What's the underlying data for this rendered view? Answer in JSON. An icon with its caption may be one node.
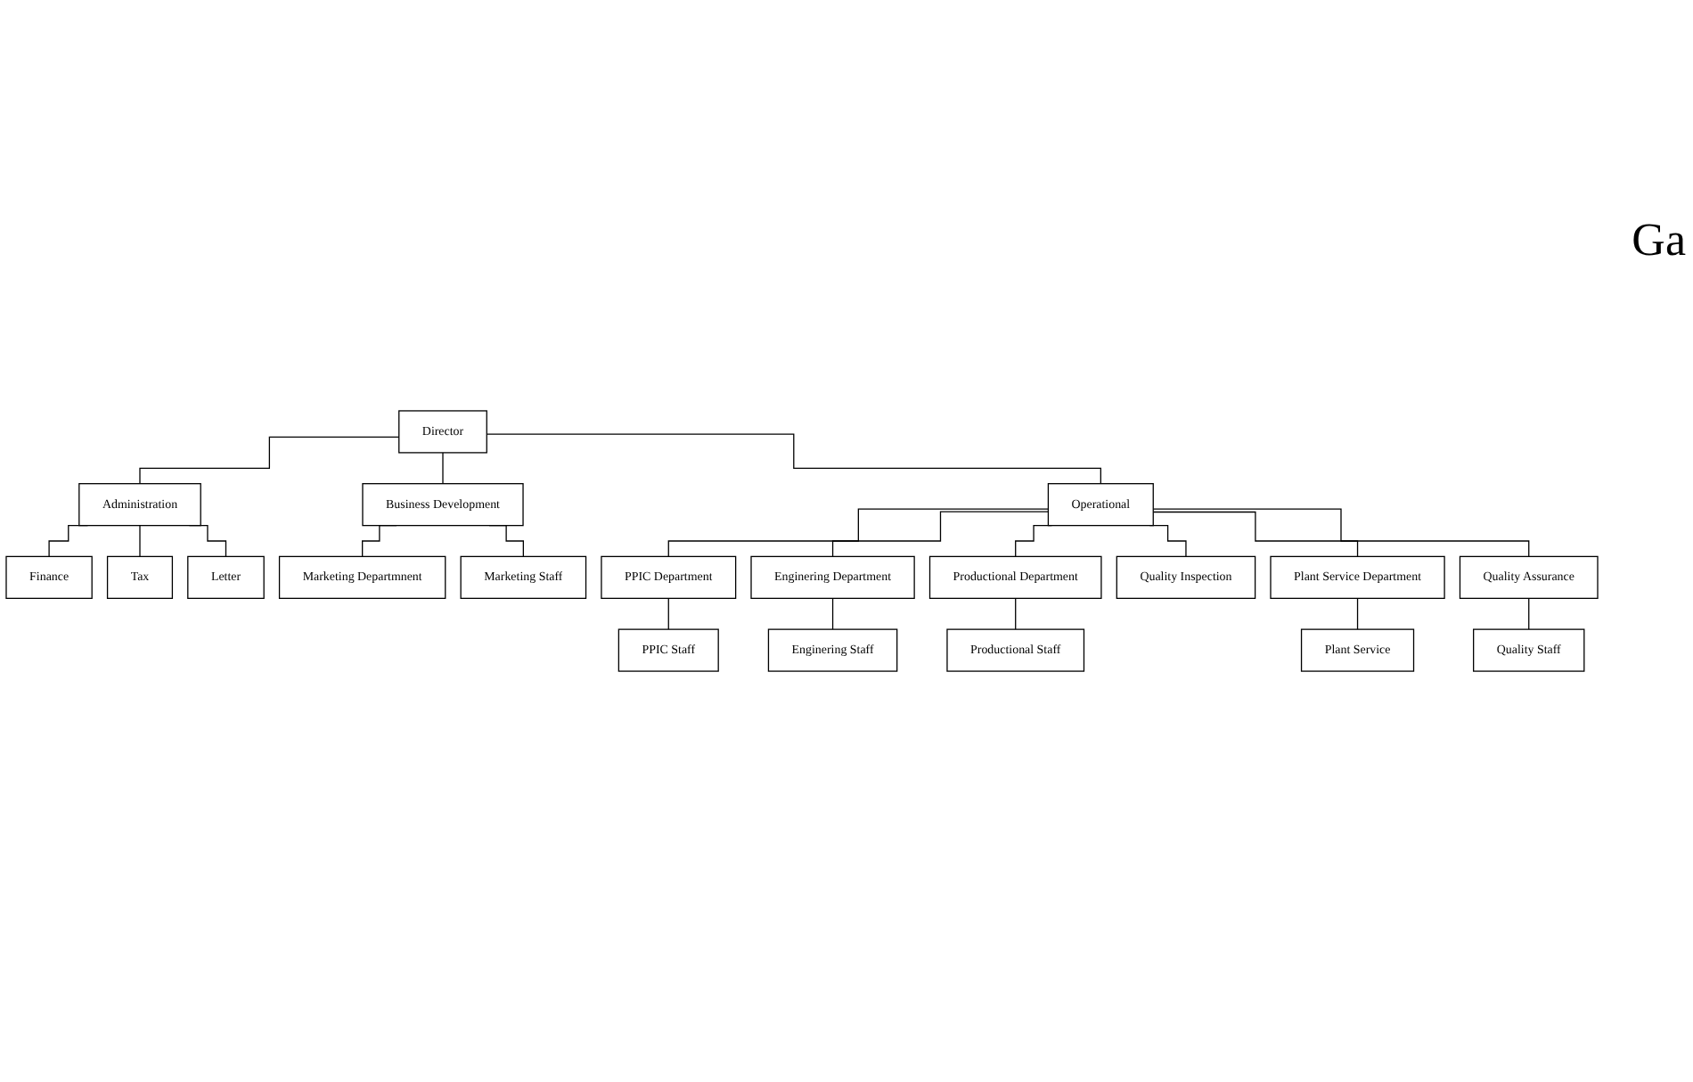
{
  "diagram": {
    "nodes": [
      {
        "text": [
          "Director"
        ]
      },
      {
        "text": [
          "Administration"
        ]
      },
      {
        "text": [
          "Business Development"
        ]
      },
      {
        "text": [
          "Operational"
        ]
      },
      {
        "text": [
          "Finance"
        ]
      },
      {
        "text": [
          "Tax"
        ]
      },
      {
        "text": [
          "Letter"
        ]
      },
      {
        "text": [
          "Marketing Departmnent"
        ]
      },
      {
        "text": [
          "Marketing Staff"
        ]
      },
      {
        "text": [
          "PPIC Department"
        ]
      },
      {
        "text": [
          "Enginering Department"
        ]
      },
      {
        "text": [
          "PPIC Staff"
        ]
      },
      {
        "text": [
          "Enginering Staff"
        ]
      },
      {
        "text": [
          "Productional Department"
        ]
      },
      {
        "text": [
          "Quality Inspection"
        ]
      },
      {
        "text": [
          "Productional Staff"
        ]
      },
      {
        "text": [
          "Plant Service Department"
        ]
      },
      {
        "text": [
          "Quality Assurance"
        ]
      },
      {
        "text": [
          "Plant Service"
        ]
      },
      {
        "text": [
          "Quality Staff"
        ]
      }
    ],
    "edges": [
      {
        "from": 0,
        "to": 1,
        "arrow": "none"
      },
      {
        "from": 0,
        "to": 2,
        "arrow": "none"
      },
      {
        "from": 0,
        "to": 3,
        "arrow": "none"
      },
      {
        "from": 1,
        "to": 4,
        "arrow": "none"
      },
      {
        "from": 1,
        "to": 5,
        "arrow": "none"
      },
      {
        "from": 1,
        "to": 6,
        "arrow": "none"
      },
      {
        "from": 2,
        "to": 7,
        "arrow": "none"
      },
      {
        "from": 2,
        "to": 8,
        "arrow": "none"
      },
      {
        "from": 3,
        "to": 9,
        "arrow": "none"
      },
      {
        "from": 3,
        "to": 10,
        "arrow": "none"
      },
      {
        "from": 9,
        "to": 11,
        "arrow": "none"
      },
      {
        "from": 10,
        "to": 12,
        "arrow": "none"
      },
      {
        "from": 3,
        "to": 13,
        "arrow": "none"
      },
      {
        "from": 3,
        "to": 14,
        "arrow": "none"
      },
      {
        "from": 13,
        "to": 15,
        "arrow": "none"
      },
      {
        "from": 3,
        "to": 16,
        "arrow": "none"
      },
      {
        "from": 16,
        "to": 18,
        "arrow": "none"
      },
      {
        "from": 3,
        "to": 17,
        "arrow": "none"
      },
      {
        "from": 17,
        "to": 19,
        "arrow": "none"
      }
    ],
    "labels": [
      "Ga"
    ]
  }
}
